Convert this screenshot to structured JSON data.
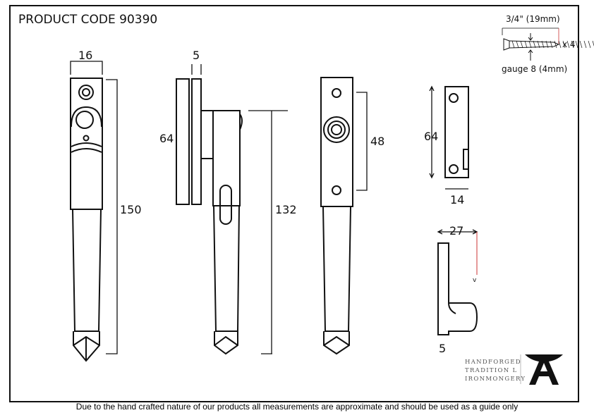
{
  "title": "PRODUCT CODE  90390",
  "screw": {
    "length": "3/4\" (19mm)",
    "gauge": "gauge 8 (4mm)",
    "qty": "x 4"
  },
  "dims": {
    "front_width": "16",
    "front_height": "150",
    "plate_thickness": "5",
    "plate_height": "64",
    "side_height": "132",
    "hole_spacing": "48",
    "keep_height": "64",
    "keep_width": "14",
    "bracket_depth": "27",
    "bracket_thickness": "5",
    "bracket_marker": "v"
  },
  "logo": {
    "line1": "HANDFORGED",
    "line2": "TRADITION L",
    "line3": "IRONMONGERY"
  },
  "footer": "Due to the hand crafted nature of our products all measurements are approximate and should be used as a guide only"
}
